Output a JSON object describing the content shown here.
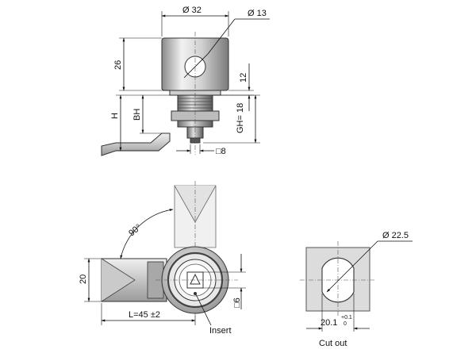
{
  "dimensions": {
    "head_diameter": "Ø 32",
    "key_diameter": "Ø 13",
    "head_height": "26",
    "thread_length": "12",
    "gh": "GH= 18",
    "h": "H",
    "bh": "BH",
    "square_top": "□8",
    "angle": "90°",
    "cam_width": "20",
    "length": "L=45 ±2",
    "square_side": "□6",
    "insert": "Insert",
    "cutout_diameter": "Ø 22.5",
    "cutout_width": "20.1",
    "tolerance_upper": "+0.1",
    "tolerance_lower": "0",
    "cutout_title": "Cut out"
  },
  "colors": {
    "metal_light": "#e6e6e6",
    "metal_mid": "#b8b8b8",
    "metal_dark": "#6e6e6e",
    "cutout_fill": "#dcdcdc",
    "line": "#111111"
  }
}
